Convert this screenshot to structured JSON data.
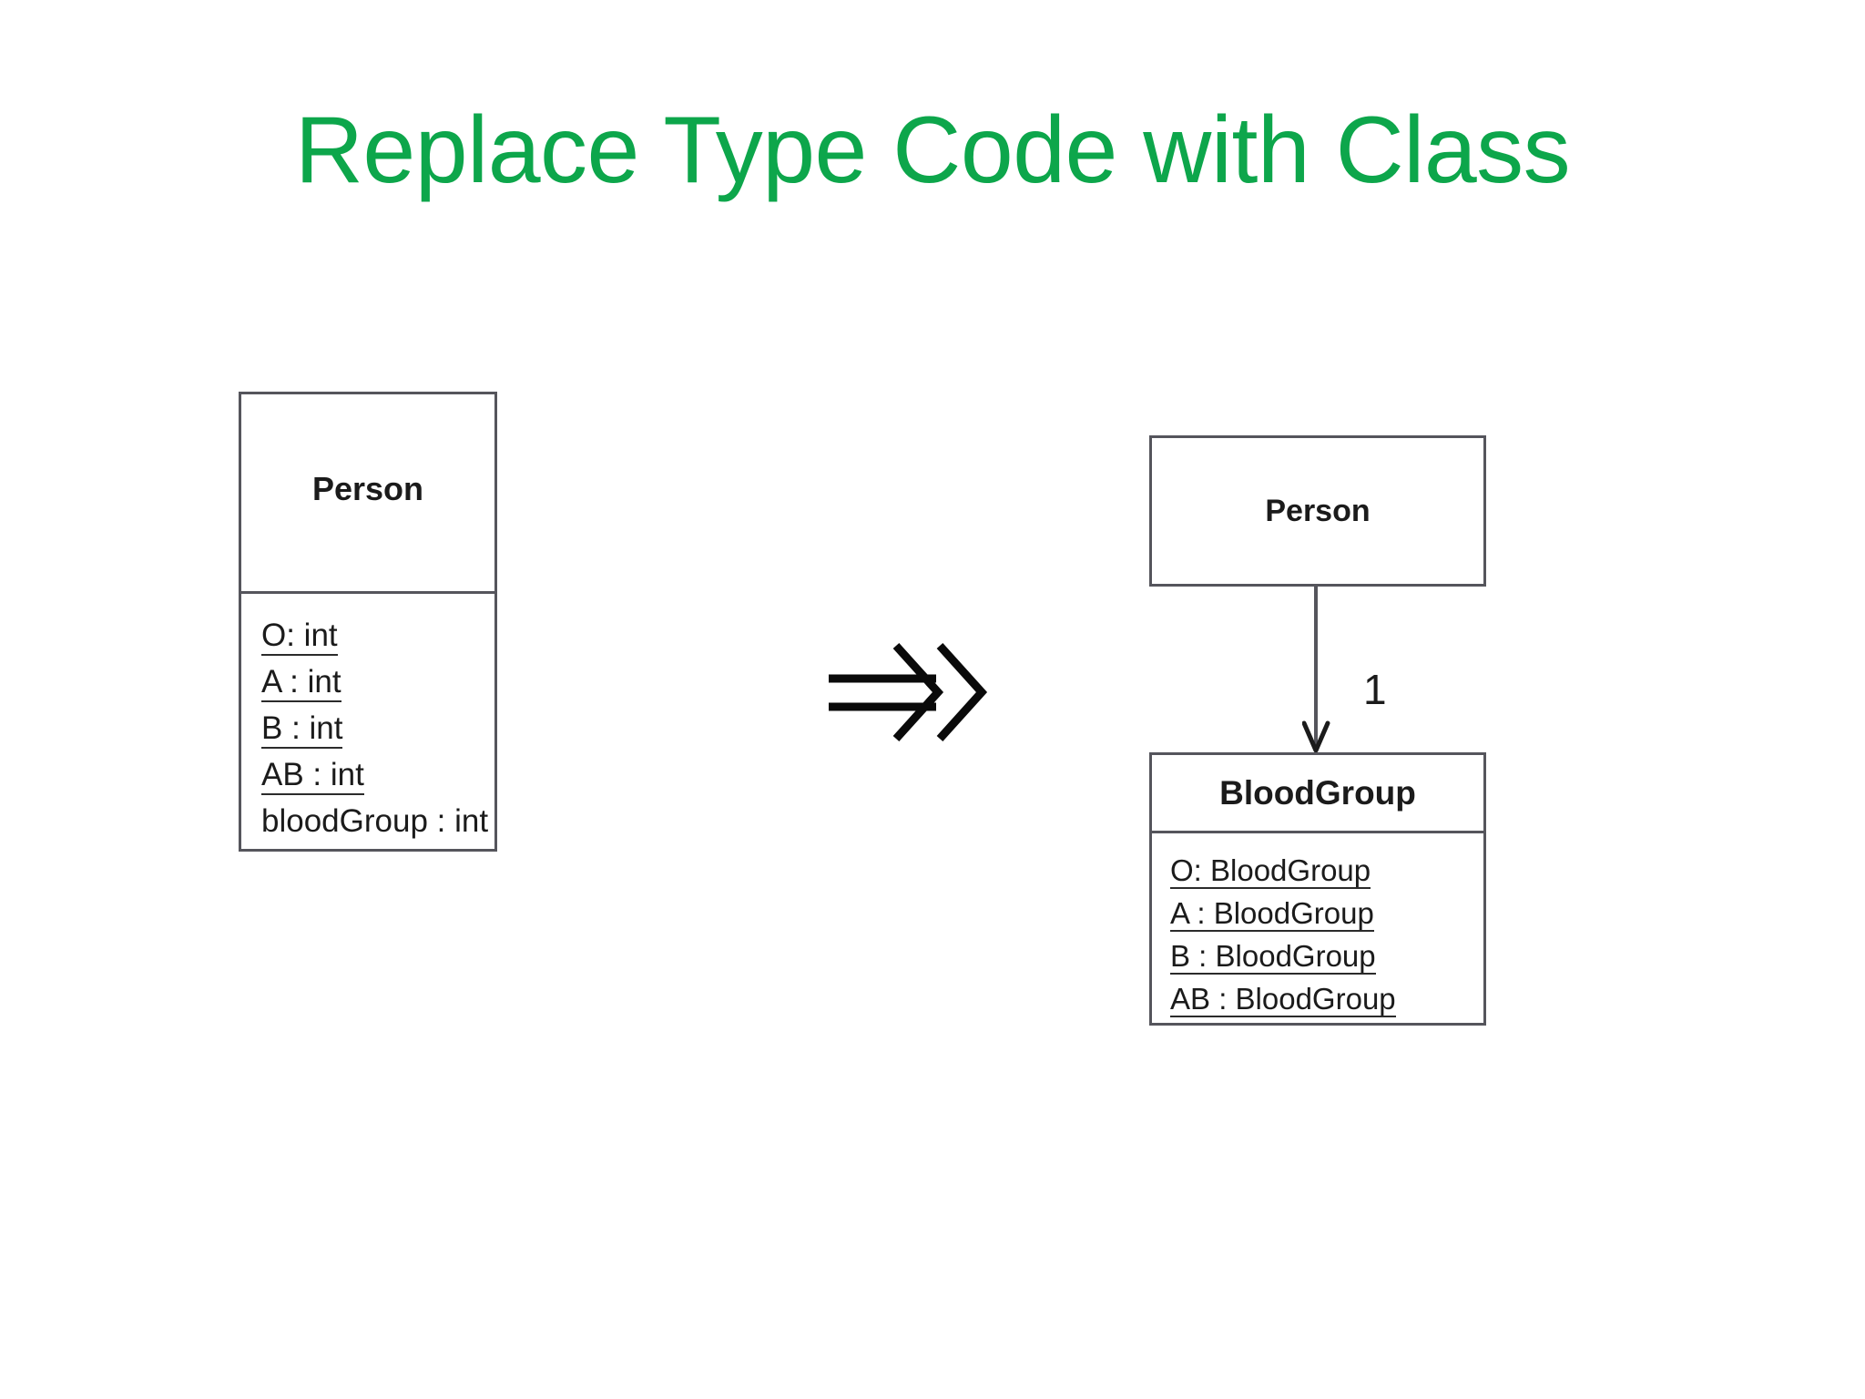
{
  "slide": {
    "title": "Replace Type Code with Class",
    "title_color": "#0DA64B",
    "background_color": "#FFFFFF"
  },
  "diagram": {
    "type": "uml-class-diagram",
    "line_color": "#55555C",
    "text_color": "#1B1B1B",
    "before": {
      "class": {
        "name": "Person",
        "attributes": [
          {
            "text": "O: int",
            "static": true
          },
          {
            "text": "A : int",
            "static": true
          },
          {
            "text": "B : int",
            "static": true
          },
          {
            "text": "AB : int",
            "static": true
          },
          {
            "text": "bloodGroup : int",
            "static": false
          }
        ]
      }
    },
    "transform_arrow": {
      "icon": "double-chevron-right-arrow",
      "glyph": "⇛"
    },
    "after": {
      "classes": [
        {
          "name": "Person",
          "attributes": []
        },
        {
          "name": "BloodGroup",
          "attributes": [
            {
              "text": "O: BloodGroup",
              "static": true
            },
            {
              "text": "A : BloodGroup",
              "static": true
            },
            {
              "text": "B : BloodGroup",
              "static": true
            },
            {
              "text": "AB : BloodGroup",
              "static": true
            }
          ]
        }
      ],
      "association": {
        "from": "Person",
        "to": "BloodGroup",
        "multiplicity": "1",
        "arrowhead": "open"
      }
    }
  }
}
